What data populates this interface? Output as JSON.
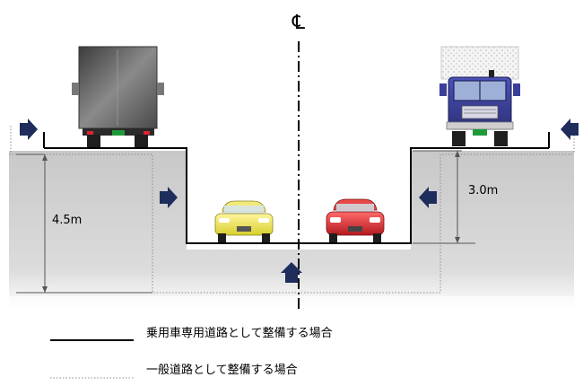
{
  "centerline": {
    "symbol": "℄"
  },
  "dimensions": {
    "deep_depth": "4.5m",
    "shallow_depth": "3.0m"
  },
  "legend": {
    "solid_label": "乗用車専用道路として整備する場合",
    "dotted_label": "一般道路として整備する場合"
  },
  "colors": {
    "ground_fill": "#cccccc",
    "outline_solid": "#000000",
    "outline_dotted": "#8c8c8c",
    "arrow_fill": "#1f2d5c",
    "truck_left_body": "#6e6e6e",
    "truck_right_cab": "#3a3f9a",
    "car_left": "#e9e04a",
    "car_right": "#d9262b"
  },
  "icons": {
    "pressure_arrow": "arrow-icon",
    "truck_left": "box-truck-icon",
    "truck_right": "cab-truck-icon",
    "car_left": "car-icon",
    "car_right": "car-icon"
  }
}
